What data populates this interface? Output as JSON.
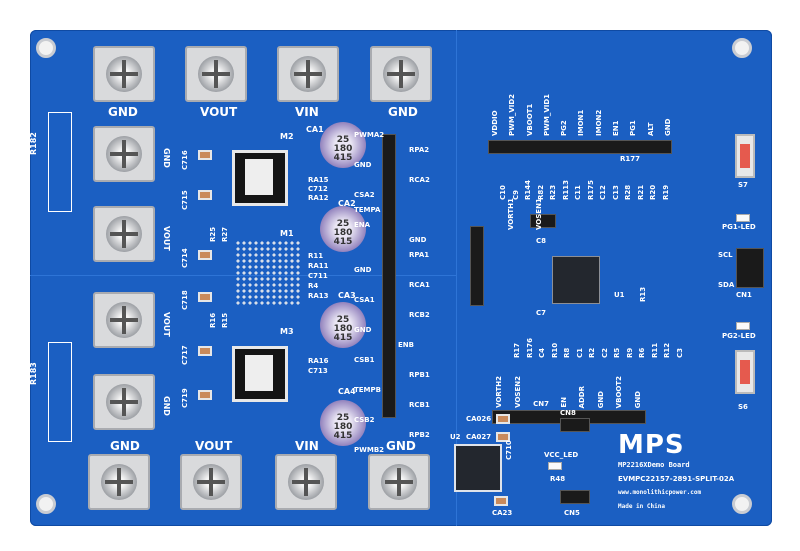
{
  "terminals": {
    "top": [
      "GND",
      "VOUT",
      "VIN",
      "GND"
    ],
    "bottom": [
      "GND",
      "VOUT",
      "VIN",
      "GND"
    ],
    "left": [
      "GND",
      "VOUT",
      "VOUT",
      "GND"
    ]
  },
  "parts": {
    "mosfets": [
      "M1",
      "M2",
      "M3"
    ],
    "ics": [
      "U1",
      "U2"
    ],
    "resistors_left": [
      "R182",
      "R183"
    ],
    "caps_left": [
      "C716",
      "C715",
      "C714",
      "C718",
      "C717",
      "C719"
    ],
    "res_small": [
      "R25",
      "R27",
      "R16",
      "R15",
      "RA15",
      "C712",
      "RA12",
      "R11",
      "RA11",
      "C711",
      "R4",
      "RA13",
      "RA16",
      "C713"
    ],
    "electrolytic": [
      "CA1",
      "CA2",
      "CA3",
      "CA4"
    ],
    "cap_marking": "25\n180\n415",
    "middle_column": [
      "PWMA2",
      "RPA2",
      "RCA2",
      "CSA2",
      "TEMPA",
      "ENA",
      "GND",
      "RPA1",
      "RCA1",
      "CSA1",
      "RCB2",
      "GND",
      "ENB",
      "CSB1",
      "RPB1",
      "TEMPB",
      "RCB1",
      "CSB2",
      "RPB2",
      "PWMB2",
      "GND",
      "GND"
    ]
  },
  "top_header": [
    "VDDIO",
    "PWM_VID2",
    "VBOOT1",
    "PWM_VID1",
    "PG2",
    "IMON1",
    "IMON2",
    "EN1",
    "PG1",
    "ALT",
    "GND"
  ],
  "top_passives": [
    "C10",
    "C9",
    "R144",
    "R82",
    "R23",
    "R113",
    "C11",
    "R175",
    "C12",
    "C13",
    "R28",
    "R21",
    "R20",
    "R19",
    "R177"
  ],
  "mid_labels": [
    "VORTH1",
    "VOSEN1",
    "C8",
    "C7",
    "R13"
  ],
  "bottom_passives": [
    "R17",
    "R176",
    "C4",
    "R10",
    "R8",
    "C1",
    "R2",
    "C2",
    "R5",
    "R9",
    "R6",
    "R11",
    "R12",
    "C3"
  ],
  "bottom_header": [
    "VORTH2",
    "VOSEN2",
    "CN7",
    "EN",
    "ADDR",
    "GND",
    "VBOOT2",
    "GND"
  ],
  "right": {
    "s7": "S7",
    "pg1_led": "PG1-LED",
    "scl": "SCL",
    "sda": "SDA",
    "cn1": "CN1",
    "pg2_led": "PG2-LED",
    "s6": "S6"
  },
  "lower": {
    "ca026": "CA026",
    "ca027": "CA027",
    "u2": "U2",
    "c710": "C710",
    "cn8": "CN8",
    "vcc_led": "VCC_LED",
    "r48": "R48",
    "ca23": "CA23",
    "cn5": "CN5"
  },
  "brand": {
    "logo": "MPS",
    "line1": "MP2216XDemo Board",
    "line2": "EVMPC22157-2891-SPLIT-02A",
    "line3": "www.monolithicpower.com",
    "line4": "Made in China"
  }
}
